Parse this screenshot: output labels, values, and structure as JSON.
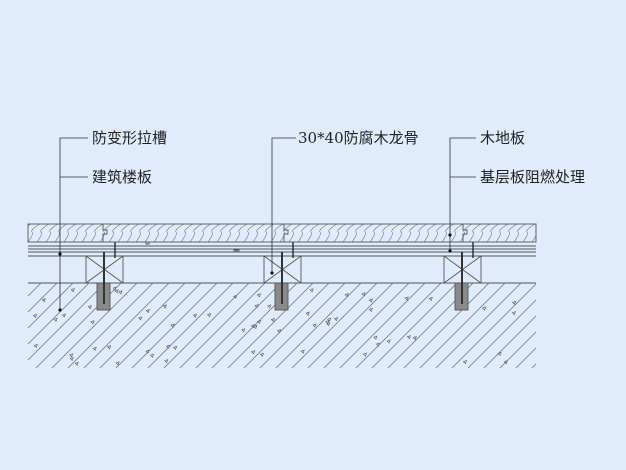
{
  "labels": {
    "anti_deform_groove": "防变形拉槽",
    "building_slab": "建筑楼板",
    "joist": "30*40防腐木龙骨",
    "wood_floor": "木地板",
    "base_board": "基层板阻燃处理"
  },
  "colors": {
    "background": "#e0ecfc",
    "line": "#555555",
    "post": "#8a8a8a"
  }
}
